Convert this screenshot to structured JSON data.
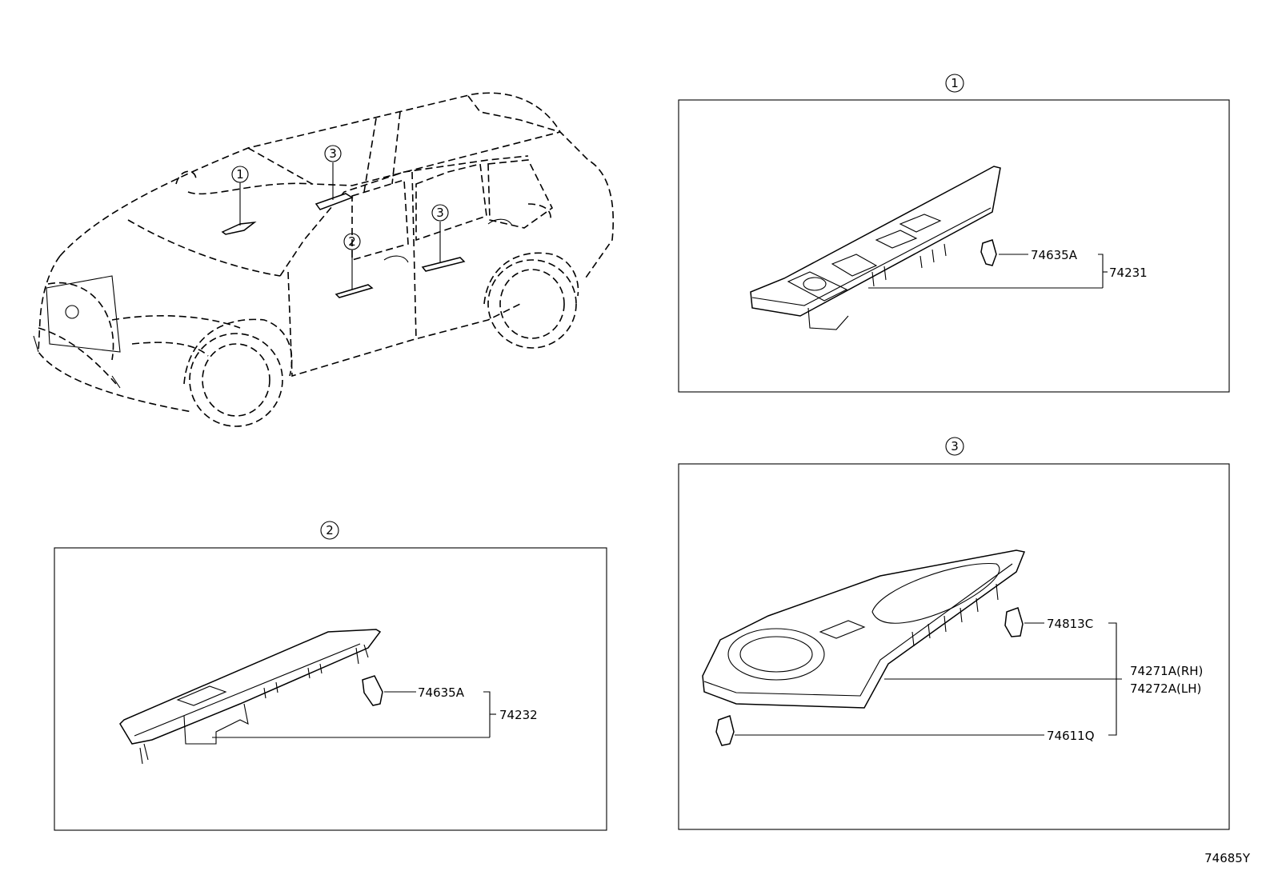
{
  "callouts": {
    "c1": "1",
    "c2": "2",
    "c3": "3"
  },
  "panels": {
    "panel1": {
      "marker": "1",
      "labels": {
        "clip": "74635A",
        "assy": "74231"
      }
    },
    "panel2": {
      "marker": "2",
      "labels": {
        "clip": "74635A",
        "assy": "74232"
      }
    },
    "panel3": {
      "marker": "3",
      "labels": {
        "clip_top": "74813C",
        "assy_rh": "74271A(RH)",
        "assy_lh": "74272A(LH)",
        "clip_bottom": "74611Q"
      }
    }
  },
  "illustration_code": "74685Y"
}
